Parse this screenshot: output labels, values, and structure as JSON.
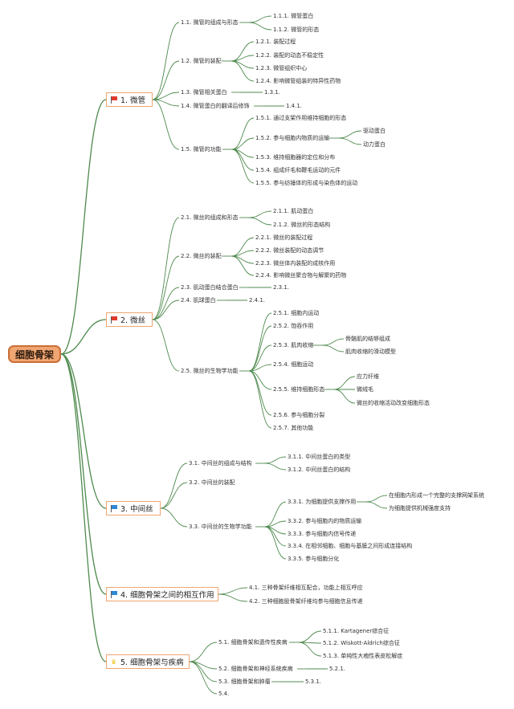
{
  "root": {
    "label": "细胞骨架"
  },
  "colors": {
    "connector": "#4e8a4e",
    "root_fill": "#f0a672",
    "root_border": "#c96f37",
    "box_border": "#f0a672"
  },
  "main": [
    {
      "label": "1. 微管",
      "icon": "flag-red",
      "icon_color": "#e03a2e"
    },
    {
      "label": "2. 微丝",
      "icon": "flag-red",
      "icon_color": "#e03a2e"
    },
    {
      "label": "3. 中间丝",
      "icon": "flag-blue",
      "icon_color": "#2f89d6"
    },
    {
      "label": "4. 细胞骨架之间的相互作用",
      "icon": "flag-blue",
      "icon_color": "#2f89d6"
    },
    {
      "label": "5. 细胞骨架与疾病",
      "icon": "trophy-icon",
      "icon_color": "#f0c020"
    }
  ],
  "nodes": [
    "1.1. 微管的组成与形态",
    "1.1.1. 微管蛋白",
    "1.1.2. 微管的形态",
    "1.2. 微管的装配",
    "1.2.1. 装配过程",
    "1.2.2. 装配的动态不稳定性",
    "1.2.3. 微管组织中心",
    "1.2.4. 影响微管组装的特异性药物",
    "1.3. 微管相关蛋白",
    "1.3.1.",
    "1.4. 微管蛋白的翻译后修饰",
    "1.4.1.",
    "1.5. 微管的功能",
    "1.5.1. 通过支架作用维持细胞的形态",
    "1.5.2. 参与细胞内物质的运输",
    "驱动蛋白",
    "动力蛋白",
    "1.5.3. 维持细胞器的定位和分布",
    "1.5.4. 组成纤毛和鞭毛运动的元件",
    "1.5.5. 参与纺锤体的形成与染色体的运动",
    "2.1. 微丝的组成和形态",
    "2.1.1. 肌动蛋白",
    "2.1.2. 微丝的形态结构",
    "2.2. 微丝的装配",
    "2.2.1. 微丝的装配过程",
    "2.2.2. 微丝装配的动态调节",
    "2.2.3. 微丝体内装配的成核作用",
    "2.2.4. 影响微丝聚合物与解聚的药物",
    "2.3. 肌动蛋白结合蛋白",
    "2.3.1.",
    "2.4. 肌球蛋白",
    "2.4.1.",
    "2.5. 微丝的生物学功能",
    "2.5.1. 细胞内运动",
    "2.5.2. 饱吞作用",
    "2.5.3. 肌肉收缩",
    "骨骼肌的结够组成",
    "肌肉收缩的滑动模型",
    "2.5.4. 细胞运动",
    "2.5.5. 维持细胞形态",
    "应力纤维",
    "微绒毛",
    "微丝的收缩活动改变细胞形态",
    "2.5.6. 参与细胞分裂",
    "2.5.7. 其他功能",
    "3.1. 中间丝的组成与结构",
    "3.1.1. 中间丝蛋白的类型",
    "3.1.2. 中间丝蛋白的结构",
    "3.2. 中间丝的装配",
    "3.3. 中间丝的生物学功能",
    "3.3.1. 为细胞提供支撑作用",
    "在细胞内形成一个完整的支撑网架系统",
    "为细胞提供机械强度支持",
    "3.3.2. 参与细胞内的物质运输",
    "3.3.3. 参与细胞内信号传递",
    "3.3.4. 在相邻细胞、细胞与基膜之间形成连接结构",
    "3.3.5. 参与细胞分化",
    "4.1. 三种骨架纤维相互配合，功能上相互呼应",
    "4.2. 三种细胞股骨架纤维均参与细胞信息传递",
    "5.1. 细胞骨架和遗传性疾病",
    "5.1.1. Kartagener综合征",
    "5.1.2. Wiskott-Aldrich综合征",
    "5.1.3. 单纯性大疱性表皮松解症",
    "5.2. 细胞骨架和神经系统疾病",
    "5.2.1.",
    "5.3. 细胞骨架和肿瘤",
    "5.3.1.",
    "5.4."
  ]
}
